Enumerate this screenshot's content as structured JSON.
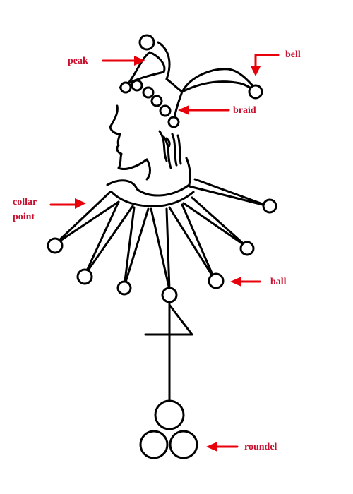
{
  "labels": {
    "peak": "peak",
    "bell": "bell",
    "braid": "braid",
    "collar_point_line1": "collar",
    "collar_point_line2": "point",
    "ball": "ball",
    "roundel": "roundel"
  },
  "colors": {
    "ink": "#000000",
    "arrow": "#e8000b",
    "label_text": "#c8102e",
    "background": "#ffffff"
  }
}
